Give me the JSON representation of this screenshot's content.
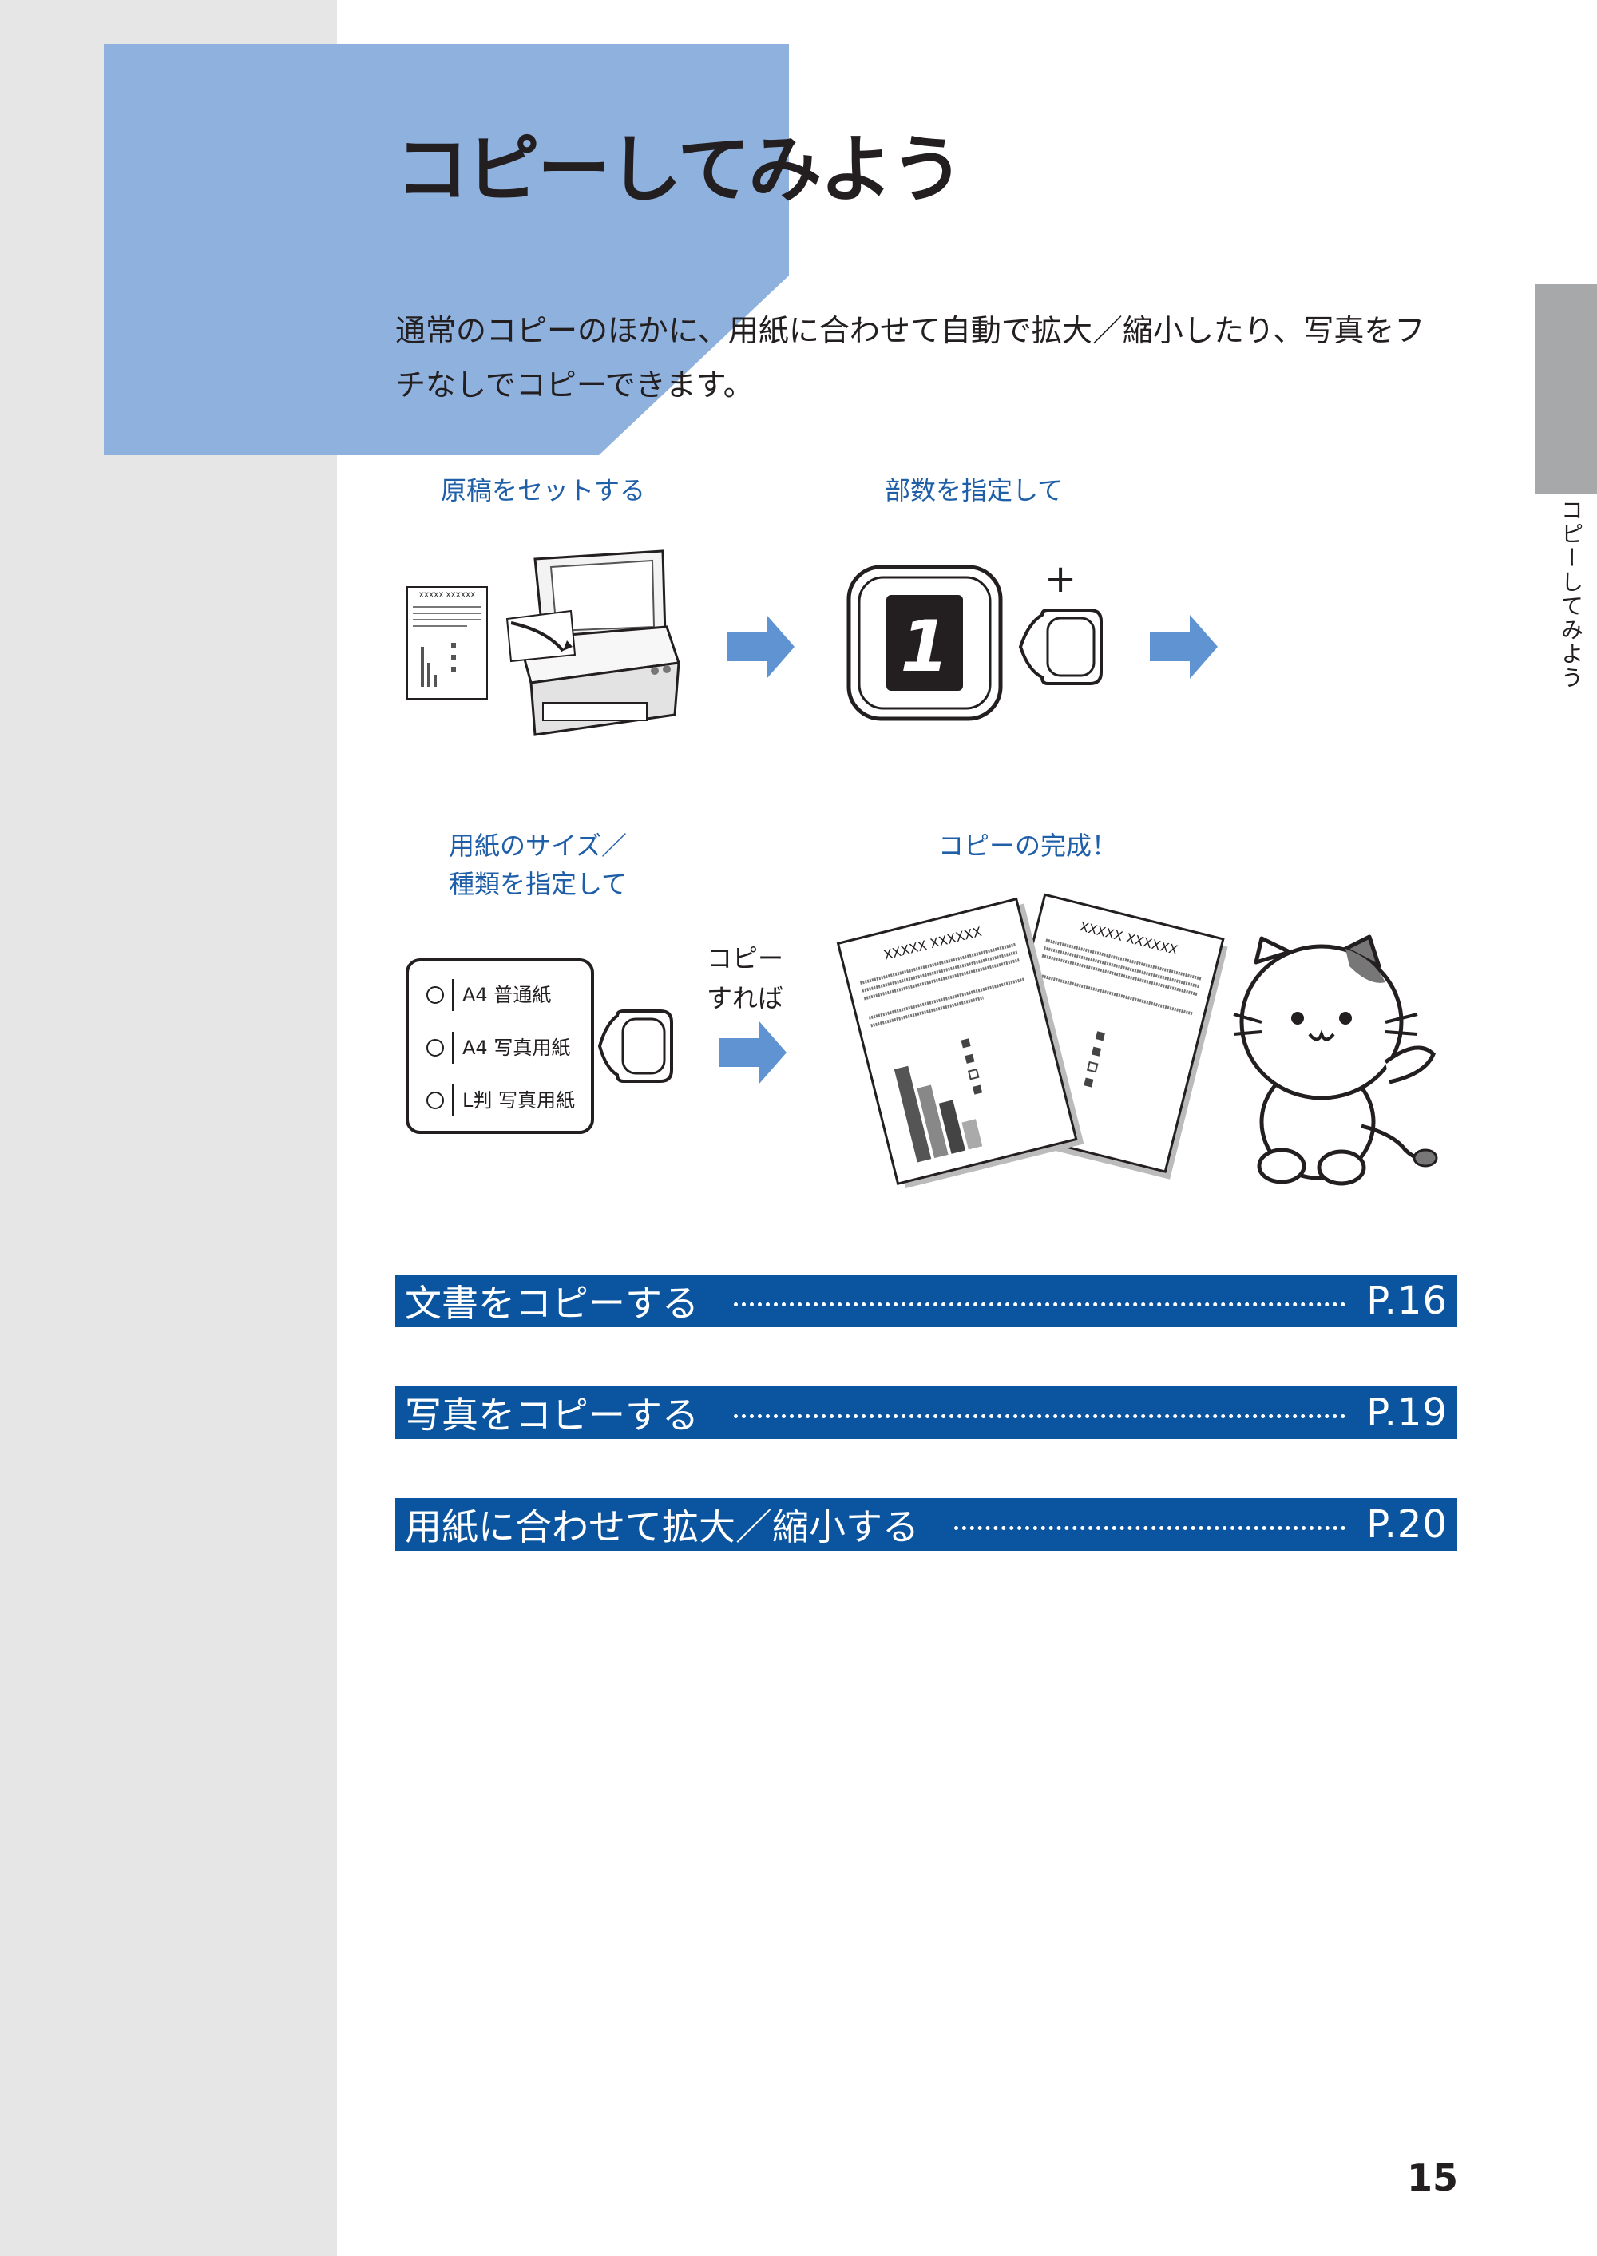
{
  "page": {
    "title": "コピーしてみよう",
    "intro_line1": "通常のコピーのほかに、用紙に合わせて自動で拡大／縮小したり、写真をフ",
    "intro_line2": "チなしでコピーできます。",
    "side_tab_label": "コピーしてみよう",
    "page_number": "15"
  },
  "steps": {
    "set_original": "原稿をセットする",
    "set_copies": "部数を指定して",
    "paper_line1": "用紙のサイズ／",
    "paper_line2": "種類を指定して",
    "complete": "コピーの完成！",
    "copy_caption_line1": "コピー",
    "copy_caption_line2": "すれば",
    "display_digit": "1",
    "plus_sign": "+",
    "document_header": "XXXXX XXXXXX"
  },
  "paper_menu": [
    "A4 普通紙",
    "A4 写真用紙",
    "L判 写真用紙"
  ],
  "links": [
    {
      "label": "文書をコピーする",
      "page": "P.16"
    },
    {
      "label": "写真をコピーする",
      "page": "P.19"
    },
    {
      "label": "用紙に合わせて拡大／縮小する",
      "page": "P.20"
    }
  ],
  "colors": {
    "title_box": "#8fb1de",
    "link_bar": "#0b55a0",
    "step_label": "#1f5fa8",
    "arrow": "#5f93d1",
    "left_band": "#e6e6e7",
    "side_tab": "#a7a8aa"
  },
  "icons": [
    "printer-scanner-icon",
    "arrow-right-icon",
    "copy-count-display-icon",
    "paper-select-button-icon",
    "copied-documents-icon",
    "cat-mascot-icon"
  ]
}
